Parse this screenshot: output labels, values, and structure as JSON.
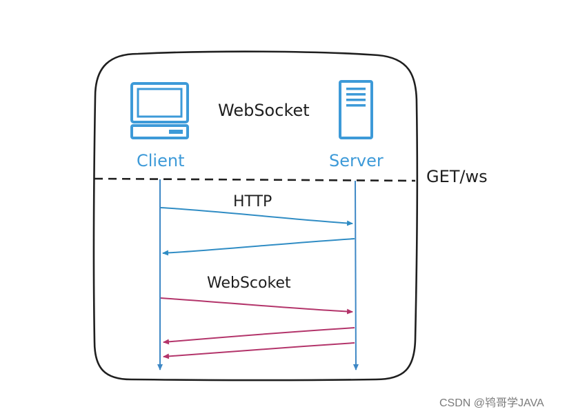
{
  "diagram": {
    "title": "WebSocket",
    "client_label": "Client",
    "server_label": "Server",
    "request_label": "GET/ws",
    "http_label": "HTTP",
    "websocket_label": "WebScoket"
  },
  "watermark": "CSDN @鸨哥学JAVA",
  "colors": {
    "border": "#1f1f1f",
    "icon": "#3d9ad8",
    "lifeline": "#3d87c5",
    "http_arrow": "#2f8cc4",
    "ws_arrow": "#b3346a"
  },
  "icons": [
    "computer-icon",
    "server-icon"
  ]
}
